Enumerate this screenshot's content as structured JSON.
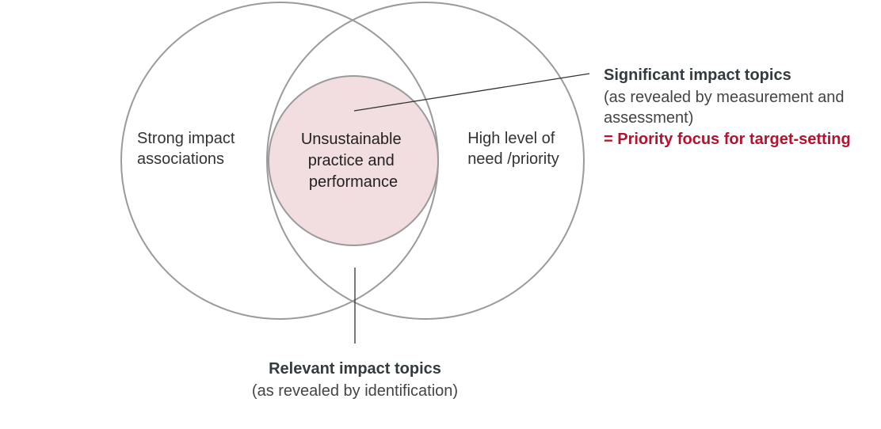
{
  "colors": {
    "outline": "#9a9a9a",
    "inner_fill": "#f2dde1",
    "leader_line": "#333333",
    "accent_text": "#b4122e",
    "title_text": "#333b3e"
  },
  "circles": {
    "left_label_line1": "Strong impact",
    "left_label_line2": "associations",
    "right_label_line1": "High level of",
    "right_label_line2": "need /priority",
    "inner_label_line1": "Unsustainable",
    "inner_label_line2": "practice and",
    "inner_label_line3": "performance"
  },
  "significant_callout": {
    "title": "Significant impact topics",
    "sub_line1": "(as revealed by measurement and",
    "sub_line2": "assessment)",
    "accent": "= Priority focus for target-setting"
  },
  "relevant_callout": {
    "title": "Relevant impact topics",
    "sub": "(as revealed by identification)"
  }
}
